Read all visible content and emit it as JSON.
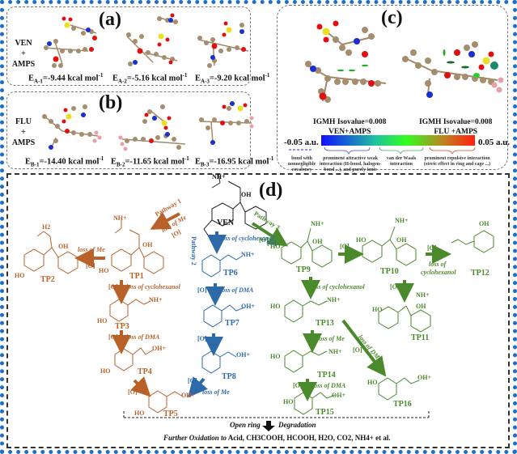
{
  "panel_a": {
    "label": "(a)",
    "system_lines": [
      "VEN",
      "+",
      "AMPS"
    ],
    "energies": [
      {
        "prefix": "E",
        "sub": "A-1",
        "value": "=-9.44 kcal mol",
        "sup": "-1"
      },
      {
        "prefix": "E",
        "sub": "A-2",
        "value": "=-5.16 kcal mol",
        "sup": "-1"
      },
      {
        "prefix": "E",
        "sub": "A-3",
        "value": "=-9.20 kcal mol",
        "sup": "-1"
      }
    ]
  },
  "panel_b": {
    "label": "(b)",
    "system_lines": [
      "FLU",
      "+",
      "AMPS"
    ],
    "energies": [
      {
        "prefix": "E",
        "sub": "B-1",
        "value": "=-14.40 kcal mol",
        "sup": "-1"
      },
      {
        "prefix": "E",
        "sub": "B-2",
        "value": "=-11.65 kcal mol",
        "sup": "-1"
      },
      {
        "prefix": "E",
        "sub": "B-3",
        "value": "=-16.95 kcal mol",
        "sup": "-1"
      }
    ]
  },
  "panel_c": {
    "label": "(c)",
    "left_caption": [
      "IGMH Isovalue=0.008",
      "VEN+AMPS"
    ],
    "right_caption": [
      "IGMH Isovalue=0.008",
      "FLU +AMPS"
    ],
    "scale_min": "-0.05 a.u.",
    "scale_max": "0.05 a.u.",
    "gradient_colors": [
      "#1010ff",
      "#20c0a0",
      "#30ff20",
      "#c08020",
      "#ff2010"
    ],
    "legend": [
      {
        "text": "bond with nonnegligible covalency",
        "color": "#2a2ad0"
      },
      {
        "text": "prominent attractive weak interaction (H-bond, halogen-bond ...), and purely ionic bond",
        "color": "#4a4ad0"
      },
      {
        "text": "van der Waals interaction",
        "color": "#40b060"
      },
      {
        "text": "prominent repulsive interaction (steric effect in ring and cage ...)",
        "color": "#d04a2a"
      }
    ]
  },
  "panel_d": {
    "label": "(d)",
    "colors": {
      "pathway1": "#b8622a",
      "pathway2": "#2e6aa8",
      "pathway3": "#4b8a2c",
      "parent": "#111111"
    },
    "parent": {
      "name": "VEN",
      "groups": [
        "NH+",
        "OH"
      ]
    },
    "pathways": [
      {
        "label": "Pathway 1",
        "step": "loss of Me",
        "reagent": "[O]"
      },
      {
        "label": "Pathway 2",
        "step": "loss of cyclohexanol",
        "reagent": "[O]"
      },
      {
        "label": "Pathway 3",
        "step": "",
        "reagent": "[O]"
      }
    ],
    "products": {
      "TP1": "TP1",
      "TP2": "TP2",
      "TP3": "TP3",
      "TP4": "TP4",
      "TP5": "TP5",
      "TP6": "TP6",
      "TP7": "TP7",
      "TP8": "TP8",
      "TP9": "TP9",
      "TP10": "TP10",
      "TP11": "TP11",
      "TP12": "TP12",
      "TP13": "TP13",
      "TP14": "TP14",
      "TP15": "TP15",
      "TP16": "TP16"
    },
    "steps": {
      "loss_me": "loss of Me",
      "loss_cyclohexanol": "loss of cyclohexanol",
      "loss_of": "loss of",
      "cyclohexanol": "cyclohexanol",
      "loss_dma": "loss of DMA",
      "oxid": "[O]"
    },
    "atoms": {
      "OH": "OH",
      "HO": "HO",
      "NH": "NH+",
      "OHp": "OH+",
      "H2": "H2"
    },
    "footer": {
      "open_ring": "Open ring",
      "degradation": "Degradation",
      "further_italic": "Further Oxidation to",
      "further_rest": " Acid, CH3COOH, HCOOH, H2O, CO2, NH4+ et al."
    }
  }
}
